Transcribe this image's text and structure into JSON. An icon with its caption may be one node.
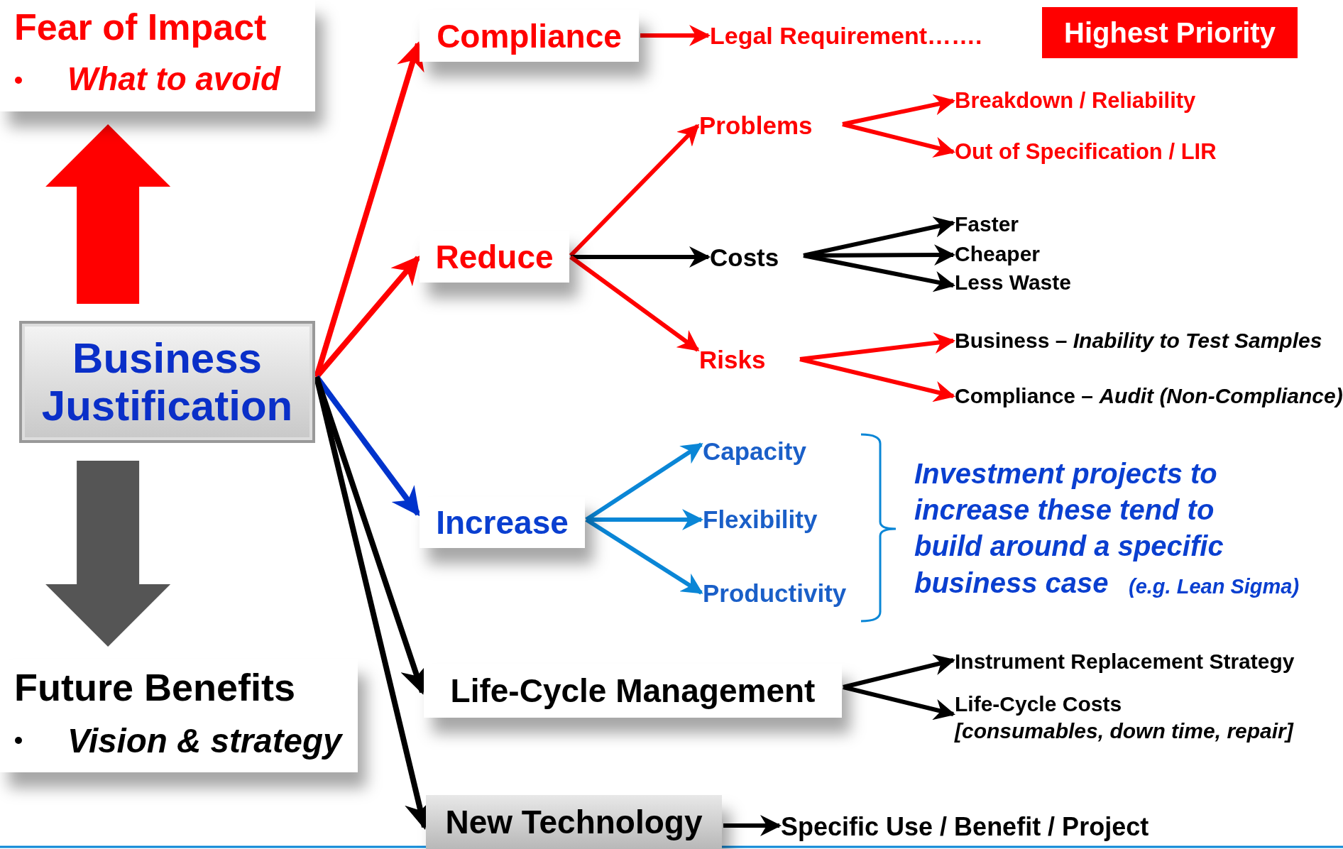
{
  "diagram": {
    "nodes": [
      {
        "text": [
          "Fear of Impact",
          "What to avoid"
        ]
      },
      {
        "text": [
          "Business Justification"
        ]
      },
      {
        "text": [
          "Future Benefits",
          "Vision & strategy"
        ]
      },
      {
        "text": [
          "Compliance"
        ]
      },
      {
        "text": [
          "Legal Requirement……."
        ]
      },
      {
        "text": [
          "Highest Priority"
        ]
      },
      {
        "text": [
          "Reduce"
        ]
      },
      {
        "text": [
          "Problems"
        ]
      },
      {
        "text": [
          "Breakdown / Reliability"
        ]
      },
      {
        "text": [
          "Out of Specification / LIR"
        ]
      },
      {
        "text": [
          "Costs"
        ]
      },
      {
        "text": [
          "Faster"
        ]
      },
      {
        "text": [
          "Cheaper"
        ]
      },
      {
        "text": [
          "Less Waste"
        ]
      },
      {
        "text": [
          "Risks"
        ]
      },
      {
        "text": [
          "Business – *Inability to Test Samples*"
        ]
      },
      {
        "text": [
          "Compliance – *Audit (Non-Compliance)*"
        ]
      },
      {
        "text": [
          "Increase"
        ]
      },
      {
        "text": [
          "Capacity"
        ]
      },
      {
        "text": [
          "Flexibility"
        ]
      },
      {
        "text": [
          "Productivity"
        ]
      },
      {
        "text": [
          "Life-Cycle Management"
        ]
      },
      {
        "text": [
          "Instrument Replacement Strategy"
        ]
      },
      {
        "text": [
          "Life-Cycle Costs",
          "[consumables, down time, repair]"
        ]
      },
      {
        "text": [
          "New Technology"
        ]
      },
      {
        "text": [
          "Specific Use / Benefit / Project"
        ]
      }
    ],
    "edges": [
      {
        "from": 1,
        "to": 0,
        "arrow": "to",
        "color": "#ff0000",
        "style": "thick"
      },
      {
        "from": 1,
        "to": 2,
        "arrow": "to",
        "color": "#555555",
        "style": "thick"
      },
      {
        "from": 1,
        "to": 3,
        "arrow": "to",
        "color": "#ff0000"
      },
      {
        "from": 1,
        "to": 6,
        "arrow": "to",
        "color": "#ff0000"
      },
      {
        "from": 1,
        "to": 17,
        "arrow": "to",
        "color": "#0033cc"
      },
      {
        "from": 1,
        "to": 21,
        "arrow": "to",
        "color": "#000000"
      },
      {
        "from": 1,
        "to": 24,
        "arrow": "to",
        "color": "#000000"
      },
      {
        "from": 3,
        "to": 4,
        "arrow": "to",
        "color": "#ff0000"
      },
      {
        "from": 6,
        "to": 7,
        "arrow": "to",
        "color": "#ff0000"
      },
      {
        "from": 6,
        "to": 10,
        "arrow": "to",
        "color": "#000000"
      },
      {
        "from": 6,
        "to": 14,
        "arrow": "to",
        "color": "#ff0000"
      },
      {
        "from": 7,
        "to": 8,
        "arrow": "to",
        "color": "#ff0000"
      },
      {
        "from": 7,
        "to": 9,
        "arrow": "to",
        "color": "#ff0000"
      },
      {
        "from": 10,
        "to": 11,
        "arrow": "to",
        "color": "#000000"
      },
      {
        "from": 10,
        "to": 12,
        "arrow": "to",
        "color": "#000000"
      },
      {
        "from": 10,
        "to": 13,
        "arrow": "to",
        "color": "#000000"
      },
      {
        "from": 14,
        "to": 15,
        "arrow": "to",
        "color": "#ff0000"
      },
      {
        "from": 14,
        "to": 16,
        "arrow": "to",
        "color": "#ff0000"
      },
      {
        "from": 17,
        "to": 18,
        "arrow": "to",
        "color": "#0a86d6"
      },
      {
        "from": 17,
        "to": 19,
        "arrow": "to",
        "color": "#0a86d6"
      },
      {
        "from": 17,
        "to": 20,
        "arrow": "to",
        "color": "#0a86d6"
      },
      {
        "from": 21,
        "to": 22,
        "arrow": "to",
        "color": "#000000"
      },
      {
        "from": 21,
        "to": 23,
        "arrow": "to",
        "color": "#000000"
      },
      {
        "from": 24,
        "to": 25,
        "arrow": "to",
        "color": "#000000"
      }
    ],
    "labels": [
      "Investment projects to increase these tend to build around a specific business case",
      "(e.g. Lean Sigma)"
    ]
  }
}
